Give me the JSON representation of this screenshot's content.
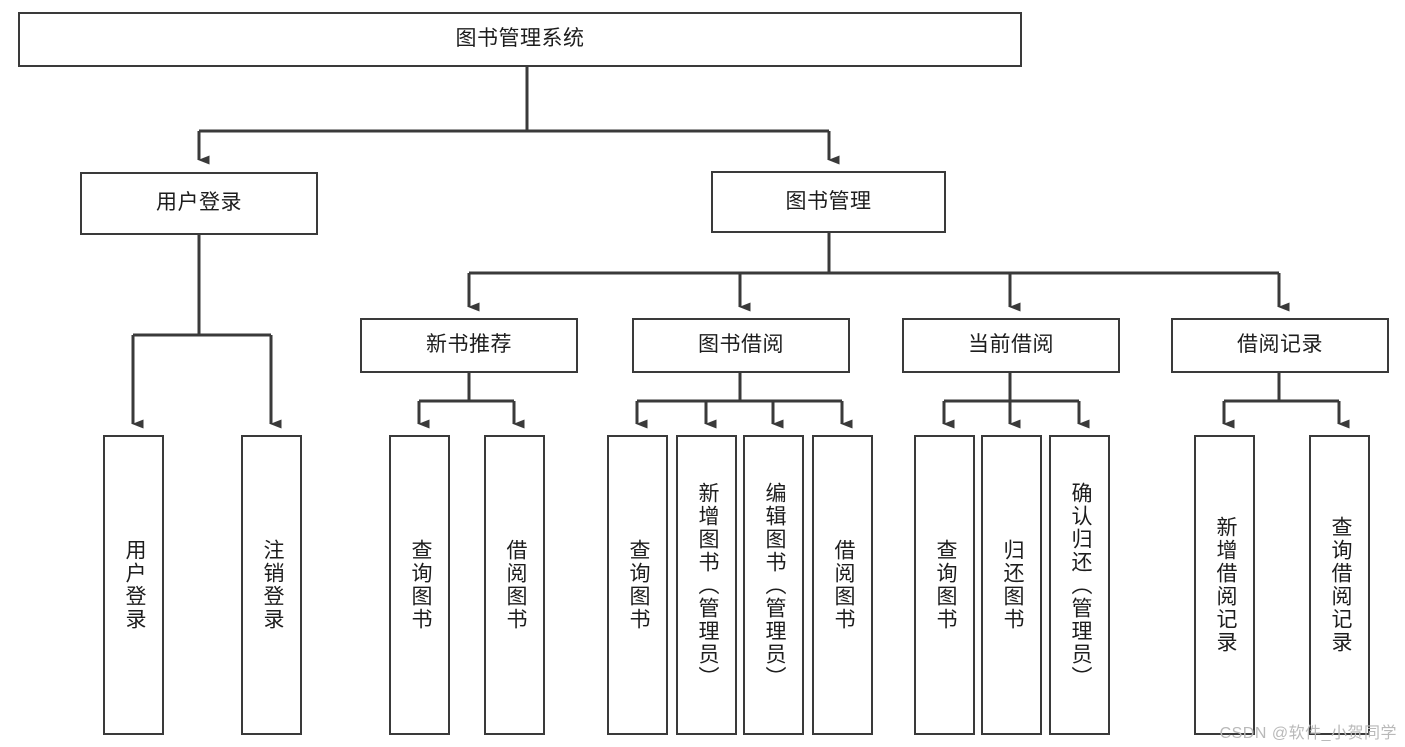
{
  "diagram": {
    "title": "图书管理系统",
    "type": "tree",
    "watermark": "CSDN @软件_小贺同学",
    "colors": {
      "box_border": "#3a3a3a",
      "box_fill": "#ffffff",
      "connector": "#3a3a3a",
      "text": "#1d1d1d",
      "watermark": "#b9b9b9"
    },
    "levels": {
      "root": {
        "label": "图书管理系统"
      },
      "level2": [
        {
          "id": "user-login",
          "label": "用户登录"
        },
        {
          "id": "book-management",
          "label": "图书管理"
        }
      ],
      "level3": [
        {
          "id": "new-book-recommend",
          "label": "新书推荐",
          "parent": "book-management"
        },
        {
          "id": "book-borrow",
          "label": "图书借阅",
          "parent": "book-management"
        },
        {
          "id": "current-borrow",
          "label": "当前借阅",
          "parent": "book-management"
        },
        {
          "id": "borrow-record",
          "label": "借阅记录",
          "parent": "book-management"
        }
      ],
      "leaves": [
        {
          "id": "leaf-user-login",
          "label": "用户登录",
          "parent": "user-login"
        },
        {
          "id": "leaf-logout",
          "label": "注销登录",
          "parent": "user-login"
        },
        {
          "id": "leaf-query-book-1",
          "label": "查询图书",
          "parent": "new-book-recommend"
        },
        {
          "id": "leaf-borrow-book-1",
          "label": "借阅图书",
          "parent": "new-book-recommend"
        },
        {
          "id": "leaf-query-book-2",
          "label": "查询图书",
          "parent": "book-borrow"
        },
        {
          "id": "leaf-add-book",
          "label": "新增图书（管理员）",
          "parent": "book-borrow"
        },
        {
          "id": "leaf-edit-book",
          "label": "编辑图书（管理员）",
          "parent": "book-borrow"
        },
        {
          "id": "leaf-borrow-book-2",
          "label": "借阅图书",
          "parent": "book-borrow"
        },
        {
          "id": "leaf-query-book-3",
          "label": "查询图书",
          "parent": "current-borrow"
        },
        {
          "id": "leaf-return-book",
          "label": "归还图书",
          "parent": "current-borrow"
        },
        {
          "id": "leaf-confirm-return",
          "label": "确认归还（管理员）",
          "parent": "current-borrow"
        },
        {
          "id": "leaf-add-record",
          "label": "新增借阅记录",
          "parent": "borrow-record"
        },
        {
          "id": "leaf-query-record",
          "label": "查询借阅记录",
          "parent": "borrow-record"
        }
      ]
    }
  }
}
